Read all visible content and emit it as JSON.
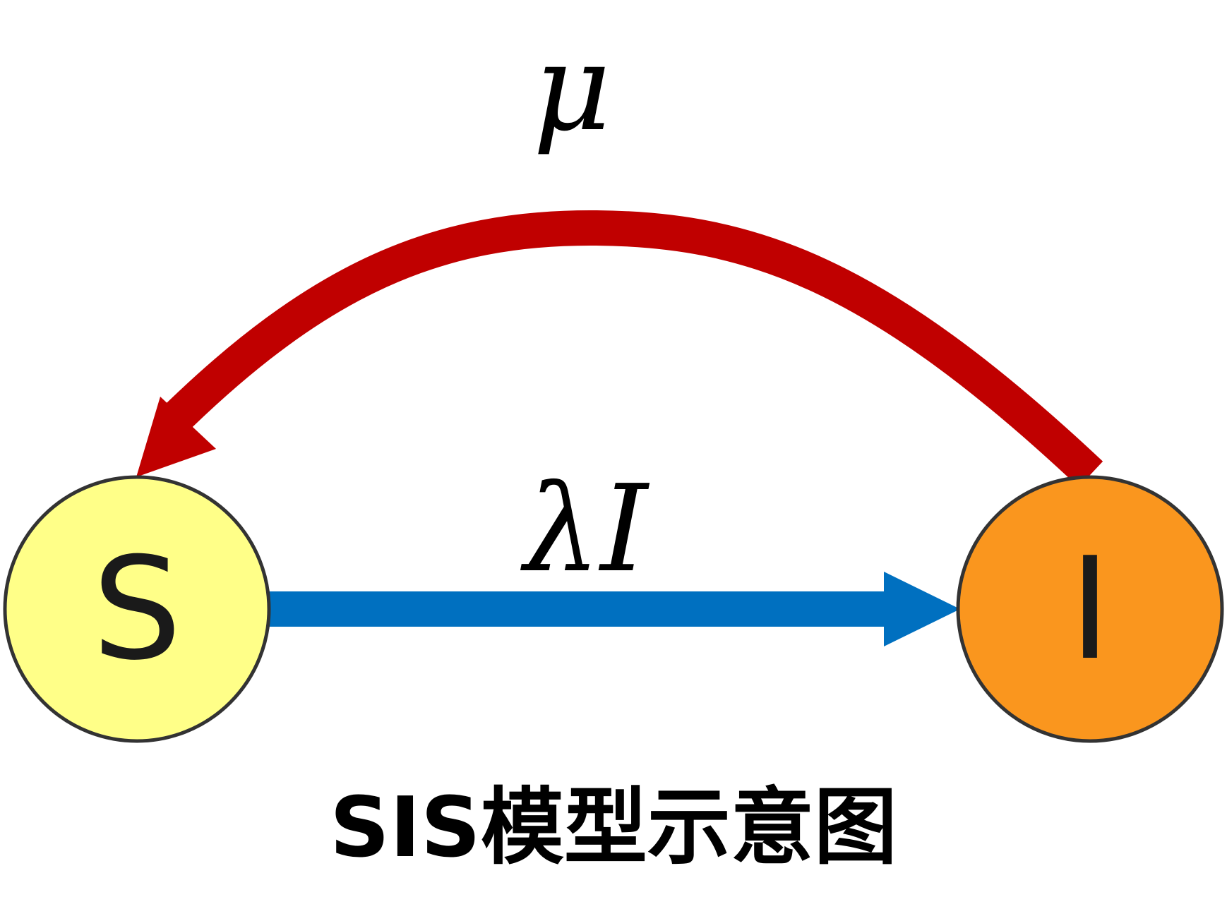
{
  "diagram": {
    "nodes": {
      "s": {
        "label": "S",
        "fill": "#FFFF88",
        "stroke": "#333333"
      },
      "i": {
        "label": "I",
        "fill": "#FA961E",
        "stroke": "#333333"
      }
    },
    "edges": {
      "infection": {
        "label": "λI",
        "color": "#0070C0"
      },
      "recovery": {
        "label": "μ",
        "color": "#C00000"
      }
    },
    "caption": "SIS模型示意图"
  }
}
